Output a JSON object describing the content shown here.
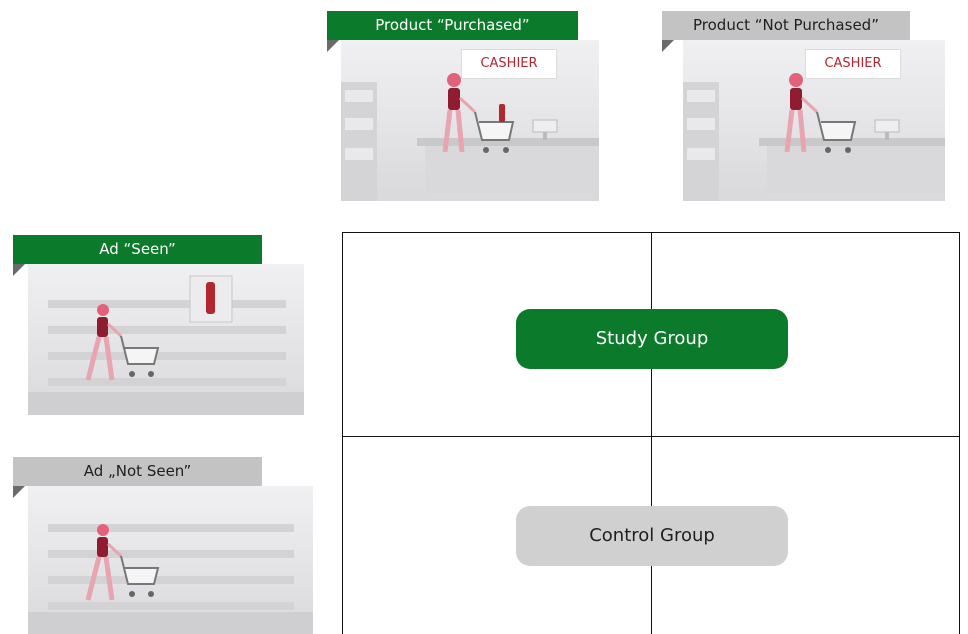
{
  "product_purchased": {
    "label": "Product “Purchased”",
    "sign": "CASHIER"
  },
  "product_not_purchased": {
    "label": "Product “Not Purchased”",
    "sign": "CASHIER"
  },
  "ad_seen": {
    "label": "Ad “Seen”"
  },
  "ad_not_seen": {
    "label": "Ad „Not Seen”"
  },
  "matrix": {
    "study_group": "Study Group",
    "control_group": "Control Group"
  },
  "colors": {
    "accent_green": "#0b7a2a",
    "neutral_gray": "#c3c3c3",
    "figure_red": "#b3262e"
  }
}
